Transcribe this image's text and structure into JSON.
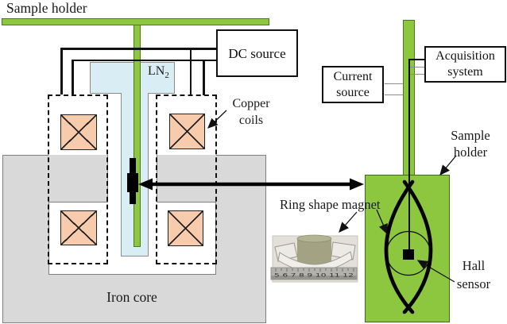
{
  "diagram": {
    "left": {
      "sample_holder": "Sample holder",
      "dc_source": "DC source",
      "ln2_base": "LN",
      "ln2_sub": "2",
      "copper_coils_line1": "Copper",
      "copper_coils_line2": "coils",
      "iron_core": "Iron core"
    },
    "right": {
      "current_source_line1": "Current",
      "current_source_line2": "source",
      "acquisition_line1": "Acquisition",
      "acquisition_line2": "system",
      "sample_holder_line1": "Sample",
      "sample_holder_line2": "holder",
      "ring_magnet": "Ring shape magnet",
      "hall_line1": "Hall",
      "hall_line2": "sensor",
      "ruler_numbers": "5 6 7 8 9 10 11 12"
    },
    "colors": {
      "holder_green": "#8dc63f",
      "green_border": "#4b7a1e",
      "ln2_blue": "#d9edf4",
      "coil_orange": "#f8cbad",
      "iron_core_gray": "#d9d9d9",
      "wire_black": "#111111",
      "wire_gray": "#8c8c8c"
    }
  }
}
